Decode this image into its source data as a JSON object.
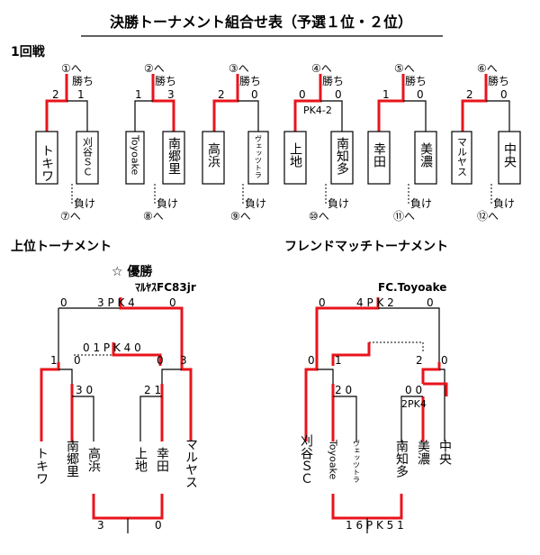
{
  "title": "決勝トーナメント組合せ表（予選１位・２位）",
  "round1": {
    "label": "1回戦",
    "win_label": "勝ち",
    "lose_label": "負け",
    "matches": [
      {
        "win_num": "①へ",
        "lose_num": "⑦へ",
        "s1": "2",
        "s2": "1",
        "t1": "トキワ",
        "t2": "刈谷ＳＣ",
        "pk": ""
      },
      {
        "win_num": "②へ",
        "lose_num": "⑧へ",
        "s1": "1",
        "s2": "3",
        "t1": "Toyoake",
        "t2": "南郷里",
        "pk": ""
      },
      {
        "win_num": "③へ",
        "lose_num": "⑨へ",
        "s1": "2",
        "s2": "0",
        "t1": "高浜",
        "t2": "ヴェッツトラ",
        "pk": ""
      },
      {
        "win_num": "④へ",
        "lose_num": "⑩へ",
        "s1": "0",
        "s2": "0",
        "t1": "上地",
        "t2": "南知多",
        "pk": "PK4-2"
      },
      {
        "win_num": "⑤へ",
        "lose_num": "⑪へ",
        "s1": "1",
        "s2": "0",
        "t1": "幸田",
        "t2": "美濃",
        "pk": ""
      },
      {
        "win_num": "⑥へ",
        "lose_num": "⑫へ",
        "s1": "2",
        "s2": "0",
        "t1": "マルヤス",
        "t2": "中央",
        "pk": ""
      }
    ]
  },
  "upper": {
    "label": "上位トーナメント",
    "champion_label": "☆ 優勝",
    "champion": "ﾏﾙﾔｽFC83jr",
    "final_left": "0",
    "final_pk": "3 P K 4",
    "final_right": "0",
    "semi": "0 1 P K 4 0",
    "s_left_a": "1",
    "s_left_b": "0",
    "s_right_a": "0",
    "s_right_b": "3",
    "q_left": "3 0",
    "q_right": "2 1",
    "teams": [
      "トキワ",
      "南郷里",
      "高浜",
      "上地",
      "幸田",
      "マルヤス"
    ],
    "third_left": "3",
    "third_right": "0"
  },
  "friend": {
    "label": "フレンドマッチトーナメント",
    "winner": "FC.Toyoake",
    "final_left": "0",
    "final_pk": "4 P K 2",
    "final_right": "0",
    "s_left_a": "0",
    "s_left_b": "1",
    "s_right_a": "2",
    "s_right_b": "0",
    "q_left": "2 0",
    "q_right": "0 0",
    "q_right_pk": "2PK4",
    "teams": [
      "刈谷ＳＣ",
      "Toyoake",
      "ヴェッツトラ",
      "南知多",
      "美濃",
      "中央"
    ],
    "bottom": "1 6 P K 5 1"
  }
}
